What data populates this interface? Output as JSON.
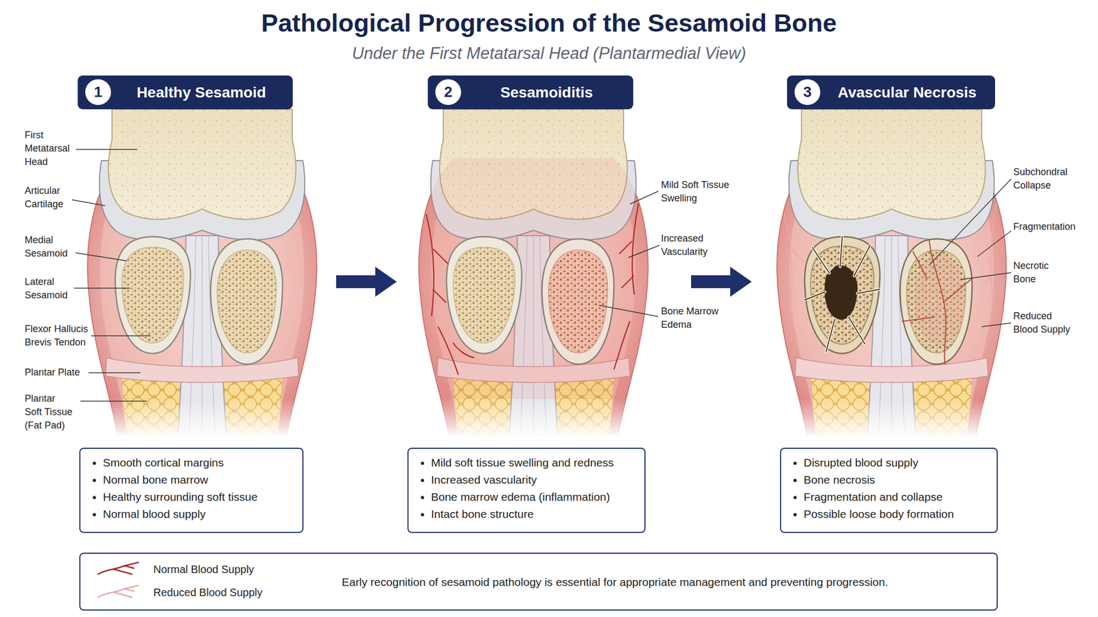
{
  "diagram": {
    "title": "Pathological Progression of the Sesamoid Bone",
    "nodes": [
      {
        "text": [
          "Healthy Sesamoid"
        ]
      },
      {
        "text": [
          "1"
        ],
        "in": 0
      },
      {
        "text": [
          "Sesamoiditis"
        ]
      },
      {
        "text": [
          "2"
        ],
        "in": 2
      },
      {
        "text": [
          "Avascular Necrosis"
        ]
      },
      {
        "text": [
          "3"
        ],
        "in": 4
      },
      {
        "text": [
          "Smooth cortical margins",
          "Normal bone marrow",
          "Healthy surrounding soft tissue",
          "Normal blood supply"
        ]
      },
      {
        "text": [
          "Mild soft tissue swelling and redness",
          "Increased vascularity",
          "Bone marrow edema (inflammation)",
          "Intact bone structure"
        ]
      },
      {
        "text": [
          "Disrupted blood supply",
          "Bone necrosis",
          "Fragmentation and collapse",
          "Possible loose body formation"
        ]
      },
      {
        "text": [
          "Early recognition of sesamoid pathology is essential for appropriate management and preventing progression."
        ]
      }
    ],
    "labels": [
      "Under the First Metatarsal Head (Plantarmedial View)",
      "First Metatarsal Head",
      "Articular Cartilage",
      "Medial Sesamoid",
      "Lateral Sesamoid",
      "Flexor Hallucis Brevis Tendon",
      "Plantar Plate",
      "Plantar Soft Tissue (Fat Pad)",
      "Mild Soft Tissue Swelling",
      "Increased Vascularity",
      "Bone Marrow Edema",
      "Subchondral Collapse",
      "Fragmentation",
      "Necrotic Bone",
      "Reduced Blood Supply"
    ],
    "legend": [
      {
        "text": "Normal Blood Supply"
      },
      {
        "text": "Reduced Blood Supply"
      }
    ]
  }
}
